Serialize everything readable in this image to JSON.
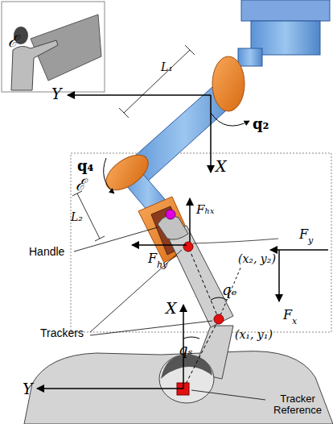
{
  "diagram": {
    "labels": [
      "ℰ",
      "Y",
      "L₁",
      "q₂",
      "X",
      "q₄",
      "ℰ",
      "L₂",
      "Fₕₓ",
      "F",
      "y",
      "(x₂, y₂)",
      "Handle",
      "F",
      "hy",
      "qₑ",
      "X",
      "F",
      "x",
      "Trackers",
      "qₛ",
      "(x₁, y₁)",
      "Y",
      "Tracker Reference"
    ]
  }
}
